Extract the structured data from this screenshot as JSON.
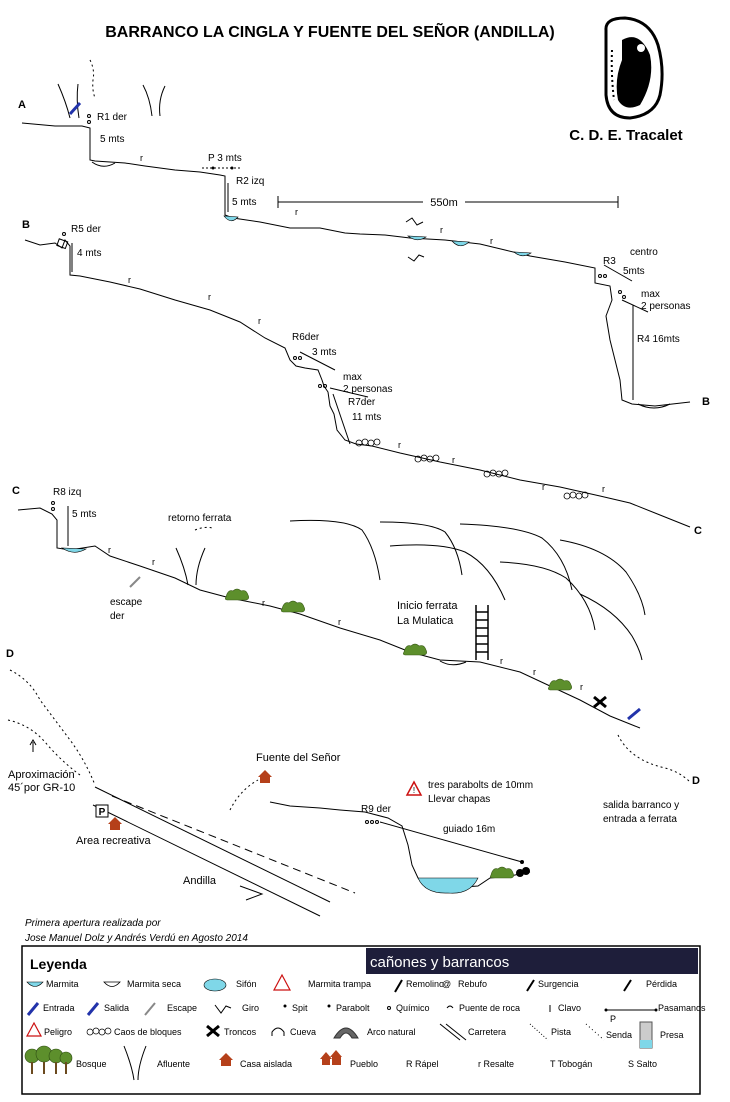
{
  "title": "BARRANCO LA CINGLA Y FUENTE DEL SEÑOR (ANDILLA)",
  "club": "C. D. E. Tracalet",
  "section_labels": {
    "A": "A",
    "B": "B",
    "C": "C",
    "D": "D"
  },
  "annotations": {
    "r1": "R1 der",
    "r1_h": "5 mts",
    "p3": "P 3 mts",
    "r2": "R2 izq",
    "r2_h": "5 mts",
    "dist": "550m",
    "r5": "R5 der",
    "r5_h": "4 mts",
    "r3": "R3",
    "r3_centro": "centro",
    "r3_h": "5mts",
    "max_a": "max",
    "max_a2": "2 personas",
    "r4": "R4 16mts",
    "r6": "R6der",
    "r6_h": "3 mts",
    "max_b": "max",
    "max_b2": "2 personas",
    "r7": "R7der",
    "r7_h": "11 mts",
    "r8": "R8 izq",
    "r8_h": "5 mts",
    "retorno": "retorno ferrata",
    "escape": "escape",
    "escape2": "der",
    "ferrata1": "Inicio ferrata",
    "ferrata2": "La Mulatica",
    "aprox1": "Aproximación",
    "aprox2": "45´por GR-10",
    "fuente": "Fuente del Señor",
    "parabolts1": "tres parabolts de 10mm",
    "parabolts2": "Llevar chapas",
    "r9": "R9 der",
    "guiado": "guiado 16m",
    "salida1": "salida barranco y",
    "salida2": "entrada a ferrata",
    "parking": "P",
    "area": "Area recreativa",
    "andilla": "Andilla",
    "credit1": "Primera apertura realizada por",
    "credit2": "Jose Manuel Dolz y Andrés Verdú en Agosto 2014",
    "r_mark": "r"
  },
  "legend": {
    "title": "Leyenda",
    "banner": "cañones y barrancos",
    "row1": [
      "Marmita",
      "Marmita seca",
      "Sifón",
      "Marmita trampa",
      "Remolino",
      "@",
      "Rebufo",
      "Surgencia",
      "Pérdida"
    ],
    "row2": [
      "Entrada",
      "Salida",
      "Escape",
      "Giro",
      "Spit",
      "Parabolt",
      "Químico",
      "Puente de roca",
      "Clavo",
      "Pasamanos"
    ],
    "row2_p": "P",
    "row3": [
      "Peligro",
      "Caos de bloques",
      "Troncos",
      "Cueva",
      "Arco natural",
      "Carretera",
      "Pista",
      "Senda",
      "Presa"
    ],
    "row4": [
      "Bosque",
      "Afluente",
      "Casa aislada",
      "Pueblo",
      "R Rápel",
      "r Resalte",
      "T Tobogán",
      "S Salto"
    ]
  },
  "colors": {
    "water": "#7fd7e8",
    "bush": "#5d8f2c",
    "bush_dark": "#8a6a2a",
    "arrow_blue": "#2233aa",
    "danger": "#cc1111",
    "house": "#b5401a"
  }
}
